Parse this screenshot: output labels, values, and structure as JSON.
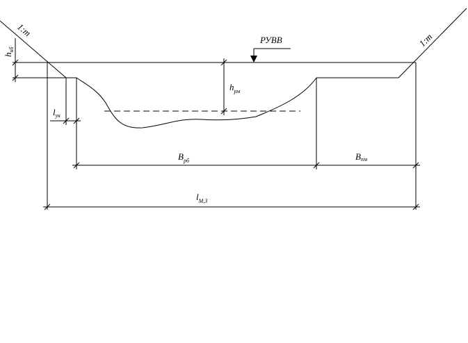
{
  "labels": {
    "slope_left": "1:m",
    "slope_right": "1:m",
    "h_nb_main": "h",
    "h_nb_sub": "нб",
    "ruvv": "РУВВ",
    "h_rm_main": "h",
    "h_rm_sub": "рм",
    "l_uk_main": "l",
    "l_uk_sub": "ук",
    "b_rb_main": "B",
    "b_rb_sub": "рб",
    "b_pm_main": "B",
    "b_pm_sub": "пм",
    "l_mz_main": "l",
    "l_mz_sub": "М,З"
  }
}
